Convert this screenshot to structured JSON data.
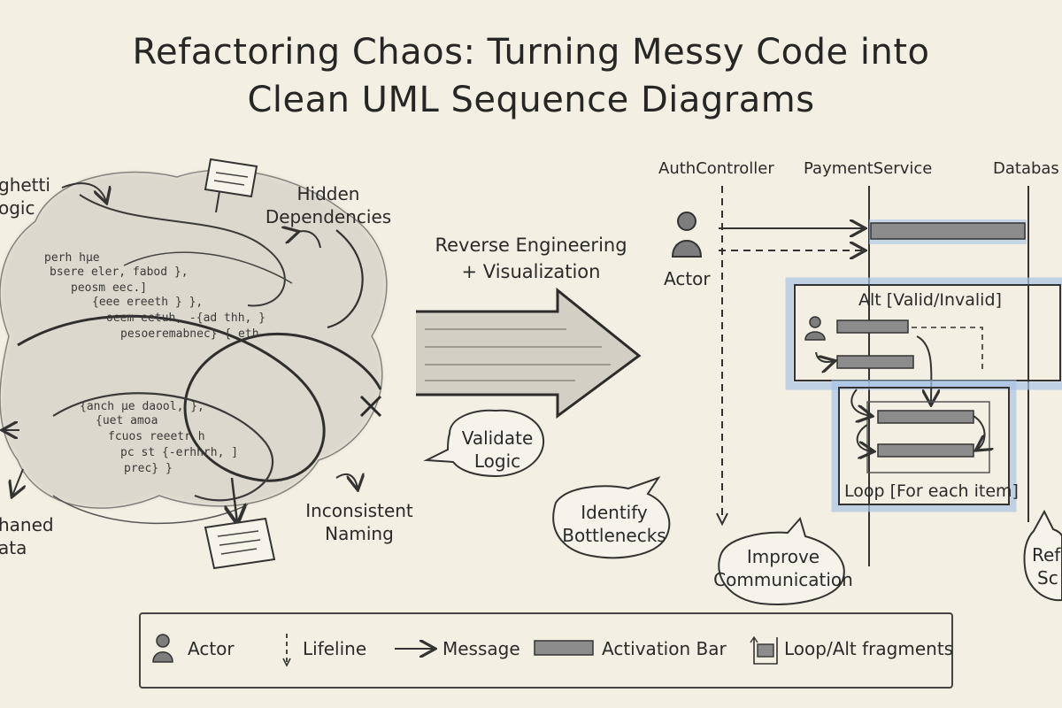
{
  "title": {
    "line1": "Refactoring Chaos: Turning Messy Code into",
    "line2": "Clean UML Sequence Diagrams"
  },
  "chaos": {
    "labels": {
      "spaghetti_l1": "ghetti",
      "spaghetti_l2": "ogic",
      "hidden_l1": "Hidden",
      "hidden_l2": "Dependencies",
      "orphaned_l1": "haned",
      "orphaned_l2": "ata",
      "inconsistent_l1": "Inconsistent",
      "inconsistent_l2": "Naming"
    },
    "code_lines": [
      "perh hµe",
      "bsere eler, fabod },",
      "peosm eec.]",
      "{eee ereeth } },",
      "oeem eetuh, -{ad thh, }",
      "pesoeremabnec} { eth",
      "{anch µe daool, },",
      "{uet amoa",
      "fcuos reeetr  h",
      "pc st {-erhhrh, ]",
      "prec}  }"
    ]
  },
  "arrow": {
    "line1": "Reverse Engineering",
    "line2": "+ Visualization"
  },
  "bubbles": {
    "validate_l1": "Validate",
    "validate_l2": "Logic",
    "identify_l1": "Identify",
    "identify_l2": "Bottlenecks",
    "improve_l1": "Improve",
    "improve_l2": "Communication",
    "refactor_l1": "Ref",
    "refactor_l2": "Sc"
  },
  "sequence": {
    "participants": [
      "AuthController",
      "PaymentService",
      "Databas"
    ],
    "actor_label": "Actor",
    "alt_label": "Alt [Valid/Invalid]",
    "loop_label": "Loop [For each item]"
  },
  "legend": {
    "actor": "Actor",
    "lifeline": "Lifeline",
    "message": "Message",
    "activation": "Activation Bar",
    "fragments": "Loop/Alt fragments"
  },
  "colors": {
    "background": "#f3efe2",
    "ink": "#2b2b2b",
    "activation_bar": "#8c8c8c",
    "fragment_highlight": "#a9c4e6"
  }
}
